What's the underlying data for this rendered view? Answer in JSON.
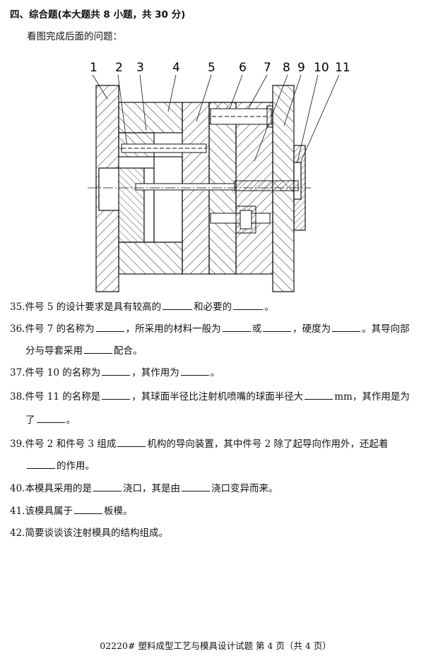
{
  "section": {
    "title": "四、综合题(本大题共 8 小题，共 30 分)"
  },
  "intro": "看图完成后面的问题：",
  "figure": {
    "part_labels": [
      "1",
      "2",
      "3",
      "4",
      "5",
      "6",
      "7",
      "8",
      "9",
      "10",
      "11"
    ]
  },
  "questions": {
    "q35": {
      "p1": "35.件号 5 的设计要求是具有较高的",
      "p2": "和必要的",
      "p3": "。"
    },
    "q36": {
      "p1": "36.件号 7 的名称为",
      "p2": "，所采用的材料一般为",
      "p3": "或",
      "p4": "，硬度为",
      "p5": "。其导向部",
      "p6": "分与导套采用",
      "p7": "配合。"
    },
    "q37": {
      "p1": "37.件号 10 的名称为",
      "p2": "，其作用为",
      "p3": "。"
    },
    "q38": {
      "p1": "38.件号 11 的名称是",
      "p2": "，其球面半径比注射机喷嘴的球面半径大",
      "p3": "mm，其作用是为",
      "p4": "了",
      "p5": "。"
    },
    "q39": {
      "p1": "39.件号 2 和件号 3 组成",
      "p2": "机构的导向装置，其中件号 2 除了起导向作用外，还起着",
      "p3": "的作用。"
    },
    "q40": {
      "p1": "40.本模具采用的是",
      "p2": "浇口，其是由",
      "p3": "浇口变异而来。"
    },
    "q41": {
      "p1": "41.该模具属于",
      "p2": "板模。"
    },
    "q42": {
      "p1": "42.简要谈谈该注射模具的结构组成。"
    }
  },
  "footer": "02220#   塑料成型工艺与模具设计试题   第 4 页（共 4 页）"
}
